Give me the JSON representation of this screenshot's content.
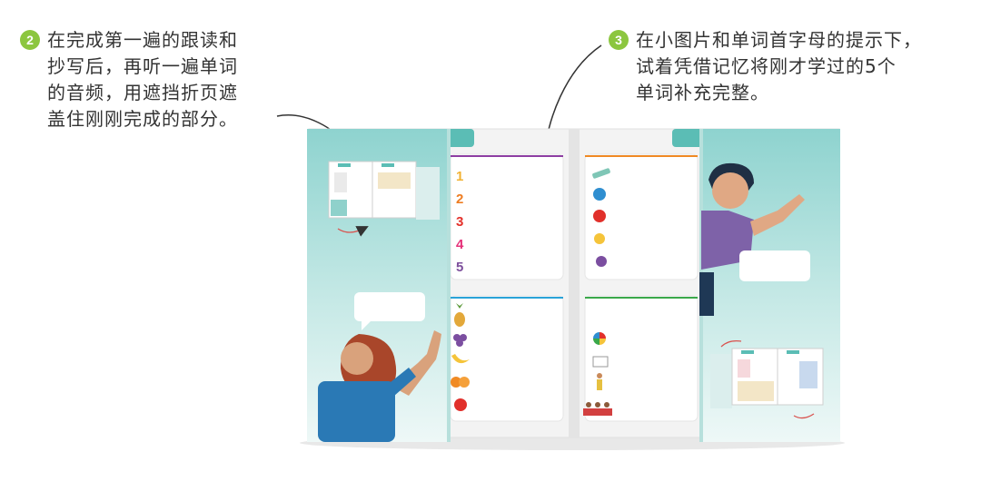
{
  "step2": {
    "badge": "2",
    "lines": [
      "在完成第一遍的跟读和",
      "抄写后，再听一遍单词",
      "的音频，用遮挡折页遮",
      "盖住刚刚完成的部分。"
    ]
  },
  "step3": {
    "badge": "3",
    "lines": [
      "在小图片和单词首字母的提示下，",
      "试着凭借记忆将刚才学过的5个",
      "单词补充完整。"
    ]
  },
  "book": {
    "numbers": [
      "1",
      "2",
      "3",
      "4",
      "5"
    ],
    "number_colors": [
      "#f2b233",
      "#ee7d22",
      "#e4312b",
      "#e53079",
      "#7d4f9c"
    ]
  }
}
